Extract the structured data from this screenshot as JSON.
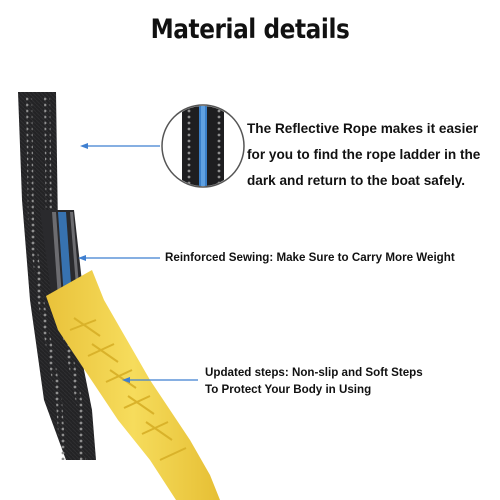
{
  "title": "Material details",
  "callouts": [
    {
      "lines": [
        "The Reflective Rope makes it easier",
        "for you to find the rope ladder in the",
        "dark and return to the boat safely."
      ]
    },
    {
      "lines": [
        "Reinforced Sewing: Make Sure to Carry More Weight"
      ]
    },
    {
      "lines": [
        "Updated steps: Non-slip and Soft Steps",
        "To Protect Your Body in Using"
      ]
    }
  ],
  "colors": {
    "strap": "#1c1c1e",
    "reflective_stitch": "#9a9a9a",
    "blue_thread": "#3a7fc8",
    "step_yellow": "#f2d24a",
    "arrow": "#3f7fd0"
  }
}
